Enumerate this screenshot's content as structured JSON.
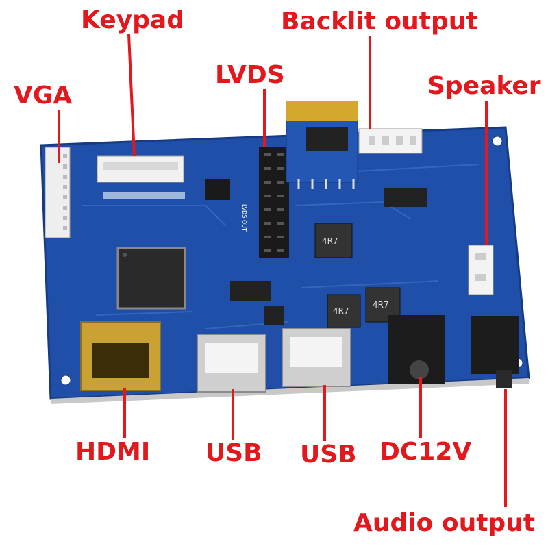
{
  "labels": {
    "keypad": "Keypad",
    "backlit_output": "Backlit output",
    "lvds": "LVDS",
    "vga": "VGA",
    "speaker": "Speaker",
    "hdmi": "HDMI",
    "usb_left": "USB",
    "usb_right": "USB",
    "dc12v": "DC12V",
    "audio_output": "Audio output"
  },
  "silkscreen": {
    "inductor_1": "4R7",
    "inductor_2": "4R7",
    "inductor_3": "4R7",
    "lvds_out": "LVDS OUT"
  },
  "colors": {
    "label_red": "#e3171c",
    "pcb_blue": "#1f4fa8",
    "pcb_edge": "#163b82"
  }
}
